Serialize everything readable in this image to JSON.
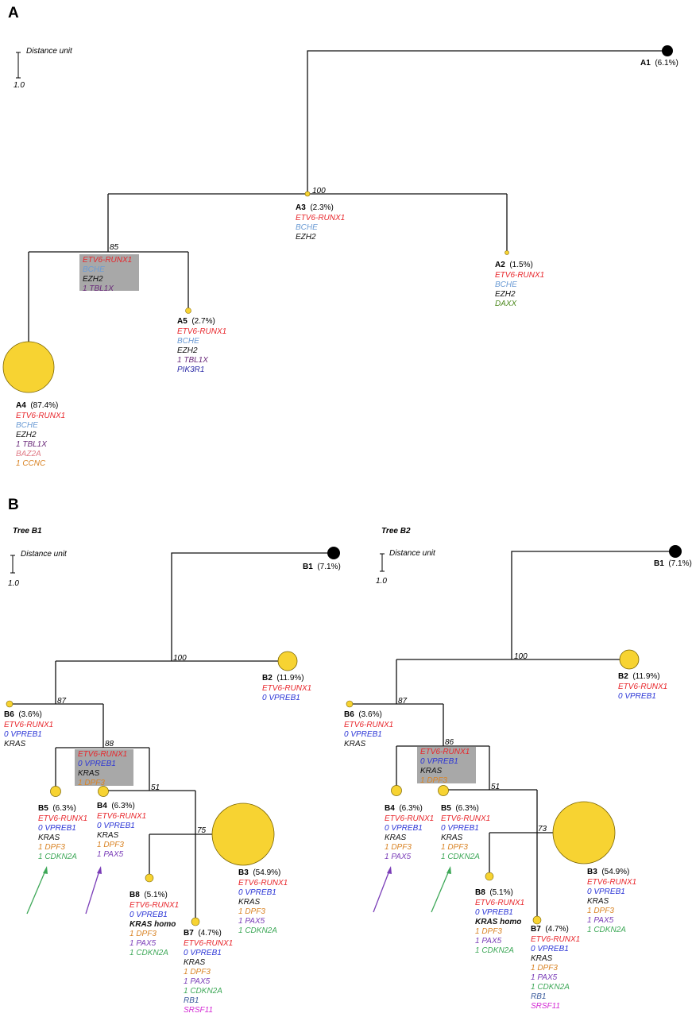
{
  "panel_a": {
    "letter": "A",
    "scale_label": "Distance unit",
    "scale_value": "1.0",
    "support": [
      "100",
      "85"
    ],
    "nodes": [
      {
        "id": "A1",
        "pct": "(6.1%)",
        "genes": []
      },
      {
        "id": "A3",
        "pct": "(2.3%)",
        "genes": [
          {
            "t": "ETV6-RUNX1",
            "c": "red"
          },
          {
            "t": "BCHE",
            "c": "lightblue"
          },
          {
            "t": "EZH2",
            "c": "black"
          }
        ]
      },
      {
        "id": "A2",
        "pct": "(1.5%)",
        "genes": [
          {
            "t": "ETV6-RUNX1",
            "c": "red"
          },
          {
            "t": "BCHE",
            "c": "lightblue"
          },
          {
            "t": "EZH2",
            "c": "black"
          },
          {
            "t": "DAXX",
            "c": "green"
          }
        ]
      },
      {
        "id": "A5",
        "pct": "(2.7%)",
        "genes": [
          {
            "t": "ETV6-RUNX1",
            "c": "red"
          },
          {
            "t": "BCHE",
            "c": "lightblue"
          },
          {
            "t": "EZH2",
            "c": "black"
          },
          {
            "t": "1 TBL1X",
            "c": "purple"
          },
          {
            "t": "PIK3R1",
            "c": "navy"
          }
        ]
      },
      {
        "id": "A4",
        "pct": "(87.4%)",
        "genes": [
          {
            "t": "ETV6-RUNX1",
            "c": "red"
          },
          {
            "t": "BCHE",
            "c": "lightblue"
          },
          {
            "t": "EZH2",
            "c": "black"
          },
          {
            "t": "1 TBL1X",
            "c": "purple"
          },
          {
            "t": "BAZ2A",
            "c": "pink"
          },
          {
            "t": "1 CCNC",
            "c": "orange"
          }
        ]
      }
    ],
    "ancestor_box": [
      {
        "t": "ETV6-RUNX1",
        "c": "red"
      },
      {
        "t": "BCHE",
        "c": "lightblue"
      },
      {
        "t": "EZH2",
        "c": "black"
      },
      {
        "t": "1 TBL1X",
        "c": "purple"
      }
    ]
  },
  "panel_b": {
    "letter": "B",
    "trees": [
      {
        "title": "Tree B1",
        "scale_label": "Distance unit",
        "scale_value": "1.0",
        "support": [
          "100",
          "87",
          "88",
          "51",
          "75"
        ],
        "ancestor_box": [
          {
            "t": "ETV6-RUNX1",
            "c": "red"
          },
          {
            "t": "0 VPREB1",
            "c": "blue"
          },
          {
            "t": "KRAS",
            "c": "black"
          },
          {
            "t": "1 DPF3",
            "c": "orange"
          }
        ],
        "nodes": [
          {
            "id": "B1",
            "pct": "(7.1%)",
            "genes": []
          },
          {
            "id": "B2",
            "pct": "(11.9%)",
            "genes": [
              {
                "t": "ETV6-RUNX1",
                "c": "red"
              },
              {
                "t": "0 VPREB1",
                "c": "blue"
              }
            ]
          },
          {
            "id": "B6",
            "pct": "(3.6%)",
            "genes": [
              {
                "t": "ETV6-RUNX1",
                "c": "red"
              },
              {
                "t": "0 VPREB1",
                "c": "blue"
              },
              {
                "t": "KRAS",
                "c": "black"
              }
            ]
          },
          {
            "id": "B5",
            "pct": "(6.3%)",
            "genes": [
              {
                "t": "ETV6-RUNX1",
                "c": "red"
              },
              {
                "t": "0 VPREB1",
                "c": "blue"
              },
              {
                "t": "KRAS",
                "c": "black"
              },
              {
                "t": "1 DPF3",
                "c": "orange"
              },
              {
                "t": "1 CDKN2A",
                "c": "green2"
              }
            ]
          },
          {
            "id": "B4",
            "pct": "(6.3%)",
            "genes": [
              {
                "t": "ETV6-RUNX1",
                "c": "red"
              },
              {
                "t": "0 VPREB1",
                "c": "blue"
              },
              {
                "t": "KRAS",
                "c": "black"
              },
              {
                "t": "1 DPF3",
                "c": "orange"
              },
              {
                "t": "1 PAX5",
                "c": "violet"
              }
            ]
          },
          {
            "id": "B3",
            "pct": "(54.9%)",
            "genes": [
              {
                "t": "ETV6-RUNX1",
                "c": "red"
              },
              {
                "t": "0 VPREB1",
                "c": "blue"
              },
              {
                "t": "KRAS",
                "c": "black"
              },
              {
                "t": "1 DPF3",
                "c": "orange"
              },
              {
                "t": "1 PAX5",
                "c": "violet"
              },
              {
                "t": "1 CDKN2A",
                "c": "green2"
              }
            ]
          },
          {
            "id": "B8",
            "pct": "(5.1%)",
            "genes": [
              {
                "t": "ETV6-RUNX1",
                "c": "red"
              },
              {
                "t": "0 VPREB1",
                "c": "blue"
              },
              {
                "t": "KRAS homo",
                "c": "black"
              },
              {
                "t": "1 DPF3",
                "c": "orange"
              },
              {
                "t": "1 PAX5",
                "c": "violet"
              },
              {
                "t": "1 CDKN2A",
                "c": "green2"
              }
            ]
          },
          {
            "id": "B7",
            "pct": "(4.7%)",
            "genes": [
              {
                "t": "ETV6-RUNX1",
                "c": "red"
              },
              {
                "t": "0 VPREB1",
                "c": "blue"
              },
              {
                "t": "KRAS",
                "c": "black"
              },
              {
                "t": "1 DPF3",
                "c": "orange"
              },
              {
                "t": "1 PAX5",
                "c": "violet"
              },
              {
                "t": "1 CDKN2A",
                "c": "green2"
              },
              {
                "t": "RB1",
                "c": "steel"
              },
              {
                "t": "SRSF11",
                "c": "magenta"
              }
            ]
          }
        ]
      },
      {
        "title": "Tree B2",
        "scale_label": "Distance unit",
        "scale_value": "1.0",
        "support": [
          "100",
          "87",
          "86",
          "51",
          "73"
        ],
        "ancestor_box": [
          {
            "t": "ETV6-RUNX1",
            "c": "red"
          },
          {
            "t": "0 VPREB1",
            "c": "blue"
          },
          {
            "t": "KRAS",
            "c": "black"
          },
          {
            "t": "1 DPF3",
            "c": "orange"
          }
        ],
        "nodes": [
          {
            "id": "B1",
            "pct": "(7.1%)",
            "genes": []
          },
          {
            "id": "B2",
            "pct": "(11.9%)",
            "genes": [
              {
                "t": "ETV6-RUNX1",
                "c": "red"
              },
              {
                "t": "0 VPREB1",
                "c": "blue"
              }
            ]
          },
          {
            "id": "B6",
            "pct": "(3.6%)",
            "genes": [
              {
                "t": "ETV6-RUNX1",
                "c": "red"
              },
              {
                "t": "0 VPREB1",
                "c": "blue"
              },
              {
                "t": "KRAS",
                "c": "black"
              }
            ]
          },
          {
            "id": "B4",
            "pct": "(6.3%)",
            "genes": [
              {
                "t": "ETV6-RUNX1",
                "c": "red"
              },
              {
                "t": "0 VPREB1",
                "c": "blue"
              },
              {
                "t": "KRAS",
                "c": "black"
              },
              {
                "t": "1 DPF3",
                "c": "orange"
              },
              {
                "t": "1 PAX5",
                "c": "violet"
              }
            ]
          },
          {
            "id": "B5",
            "pct": "(6.3%)",
            "genes": [
              {
                "t": "ETV6-RUNX1",
                "c": "red"
              },
              {
                "t": "0 VPREB1",
                "c": "blue"
              },
              {
                "t": "KRAS",
                "c": "black"
              },
              {
                "t": "1 DPF3",
                "c": "orange"
              },
              {
                "t": "1 CDKN2A",
                "c": "green2"
              }
            ]
          },
          {
            "id": "B3",
            "pct": "(54.9%)",
            "genes": [
              {
                "t": "ETV6-RUNX1",
                "c": "red"
              },
              {
                "t": "0 VPREB1",
                "c": "blue"
              },
              {
                "t": "KRAS",
                "c": "black"
              },
              {
                "t": "1 DPF3",
                "c": "orange"
              },
              {
                "t": "1 PAX5",
                "c": "violet"
              },
              {
                "t": "1 CDKN2A",
                "c": "green2"
              }
            ]
          },
          {
            "id": "B8",
            "pct": "(5.1%)",
            "genes": [
              {
                "t": "ETV6-RUNX1",
                "c": "red"
              },
              {
                "t": "0 VPREB1",
                "c": "blue"
              },
              {
                "t": "KRAS homo",
                "c": "black"
              },
              {
                "t": "1 DPF3",
                "c": "orange"
              },
              {
                "t": "1 PAX5",
                "c": "violet"
              },
              {
                "t": "1 CDKN2A",
                "c": "green2"
              }
            ]
          },
          {
            "id": "B7",
            "pct": "(4.7%)",
            "genes": [
              {
                "t": "ETV6-RUNX1",
                "c": "red"
              },
              {
                "t": "0 VPREB1",
                "c": "blue"
              },
              {
                "t": "KRAS",
                "c": "black"
              },
              {
                "t": "1 DPF3",
                "c": "orange"
              },
              {
                "t": "1 PAX5",
                "c": "violet"
              },
              {
                "t": "1 CDKN2A",
                "c": "green2"
              },
              {
                "t": "RB1",
                "c": "steel"
              },
              {
                "t": "SRSF11",
                "c": "magenta"
              }
            ]
          }
        ]
      }
    ]
  },
  "colors": {
    "red": "#e8262b",
    "lightblue": "#6b9bd4",
    "black": "#111111",
    "purple": "#6a2a7a",
    "navy": "#2b2ba8",
    "green": "#4d8a1f",
    "pink": "#e07a86",
    "orange": "#d98324",
    "blue": "#2b35d6",
    "green2": "#3ea858",
    "violet": "#7a3db8",
    "steel": "#3a5a9c",
    "magenta": "#d42ad4",
    "node_yellow": "#f7d332",
    "node_black": "#000000",
    "box_gray": "#a8a8a8"
  }
}
